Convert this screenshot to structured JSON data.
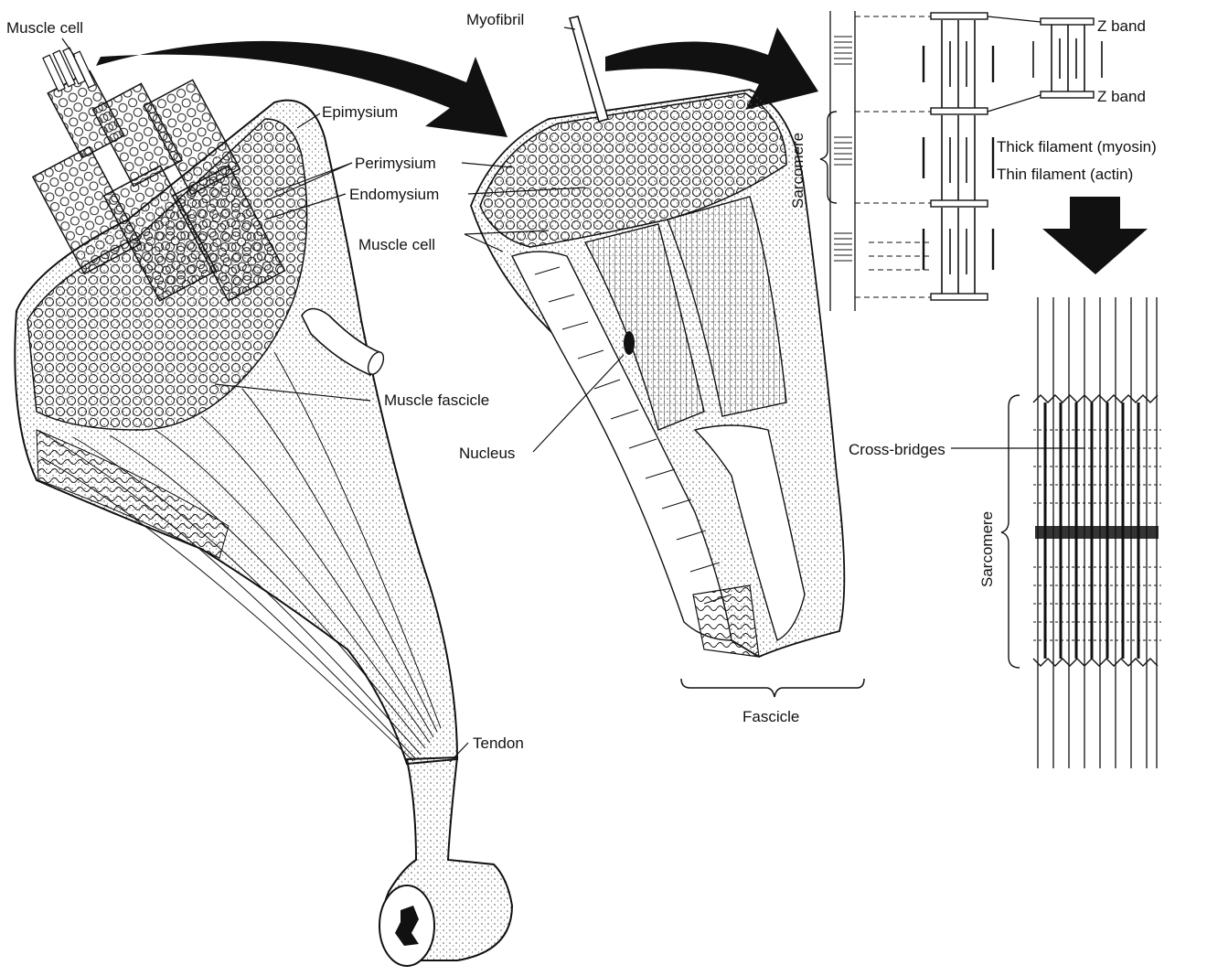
{
  "colors": {
    "ink": "#111111",
    "paper": "#ffffff",
    "stipple": "#555555",
    "fill_light": "#eeeeee"
  },
  "labels": {
    "muscle_cell_top": "Muscle cell",
    "epimysium": "Epimysium",
    "perimysium": "Perimysium",
    "endomysium": "Endomysium",
    "muscle_cell_mid": "Muscle cell",
    "muscle_fascicle": "Muscle fascicle",
    "nucleus": "Nucleus",
    "tendon": "Tendon",
    "myofibril": "Myofibril",
    "fascicle": "Fascicle",
    "z_band_top": "Z band",
    "z_band_bottom": "Z band",
    "sarcomere_top": "Sarcomere",
    "thick_filament": "Thick filament (myosin)",
    "thin_filament": "Thin filament (actin)",
    "cross_bridges": "Cross-bridges",
    "sarcomere_bottom": "Sarcomere"
  }
}
